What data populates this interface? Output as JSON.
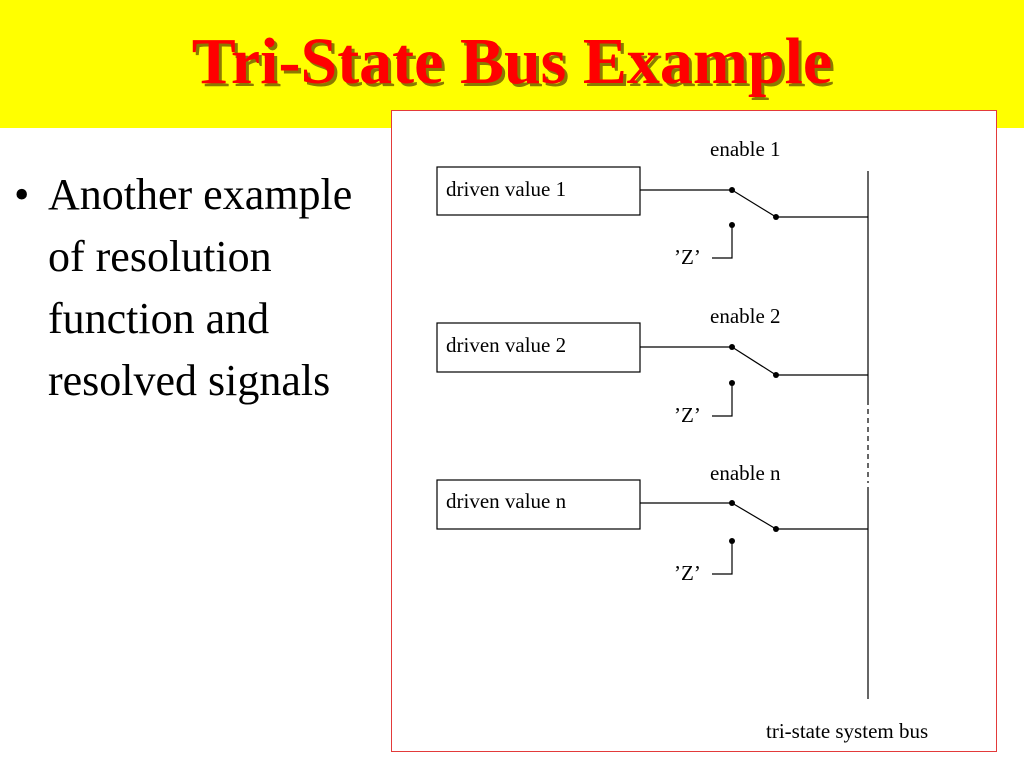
{
  "slide": {
    "title": "Tri-State Bus Example",
    "bullets": [
      "Another example of resolution function and resolved signals"
    ],
    "bullet_glyph": "•"
  },
  "diagram": {
    "drivers": [
      {
        "box_label": "driven value 1",
        "enable_label": "enable 1",
        "z_label": "’Z’"
      },
      {
        "box_label": "driven value 2",
        "enable_label": "enable 2",
        "z_label": "’Z’"
      },
      {
        "box_label": "driven value n",
        "enable_label": "enable n",
        "z_label": "’Z’"
      }
    ],
    "bus_label": "tri-state system bus"
  },
  "colors": {
    "title_bar": "#ffff00",
    "title_text": "#ff0000",
    "diagram_border": "#e33a3a"
  }
}
